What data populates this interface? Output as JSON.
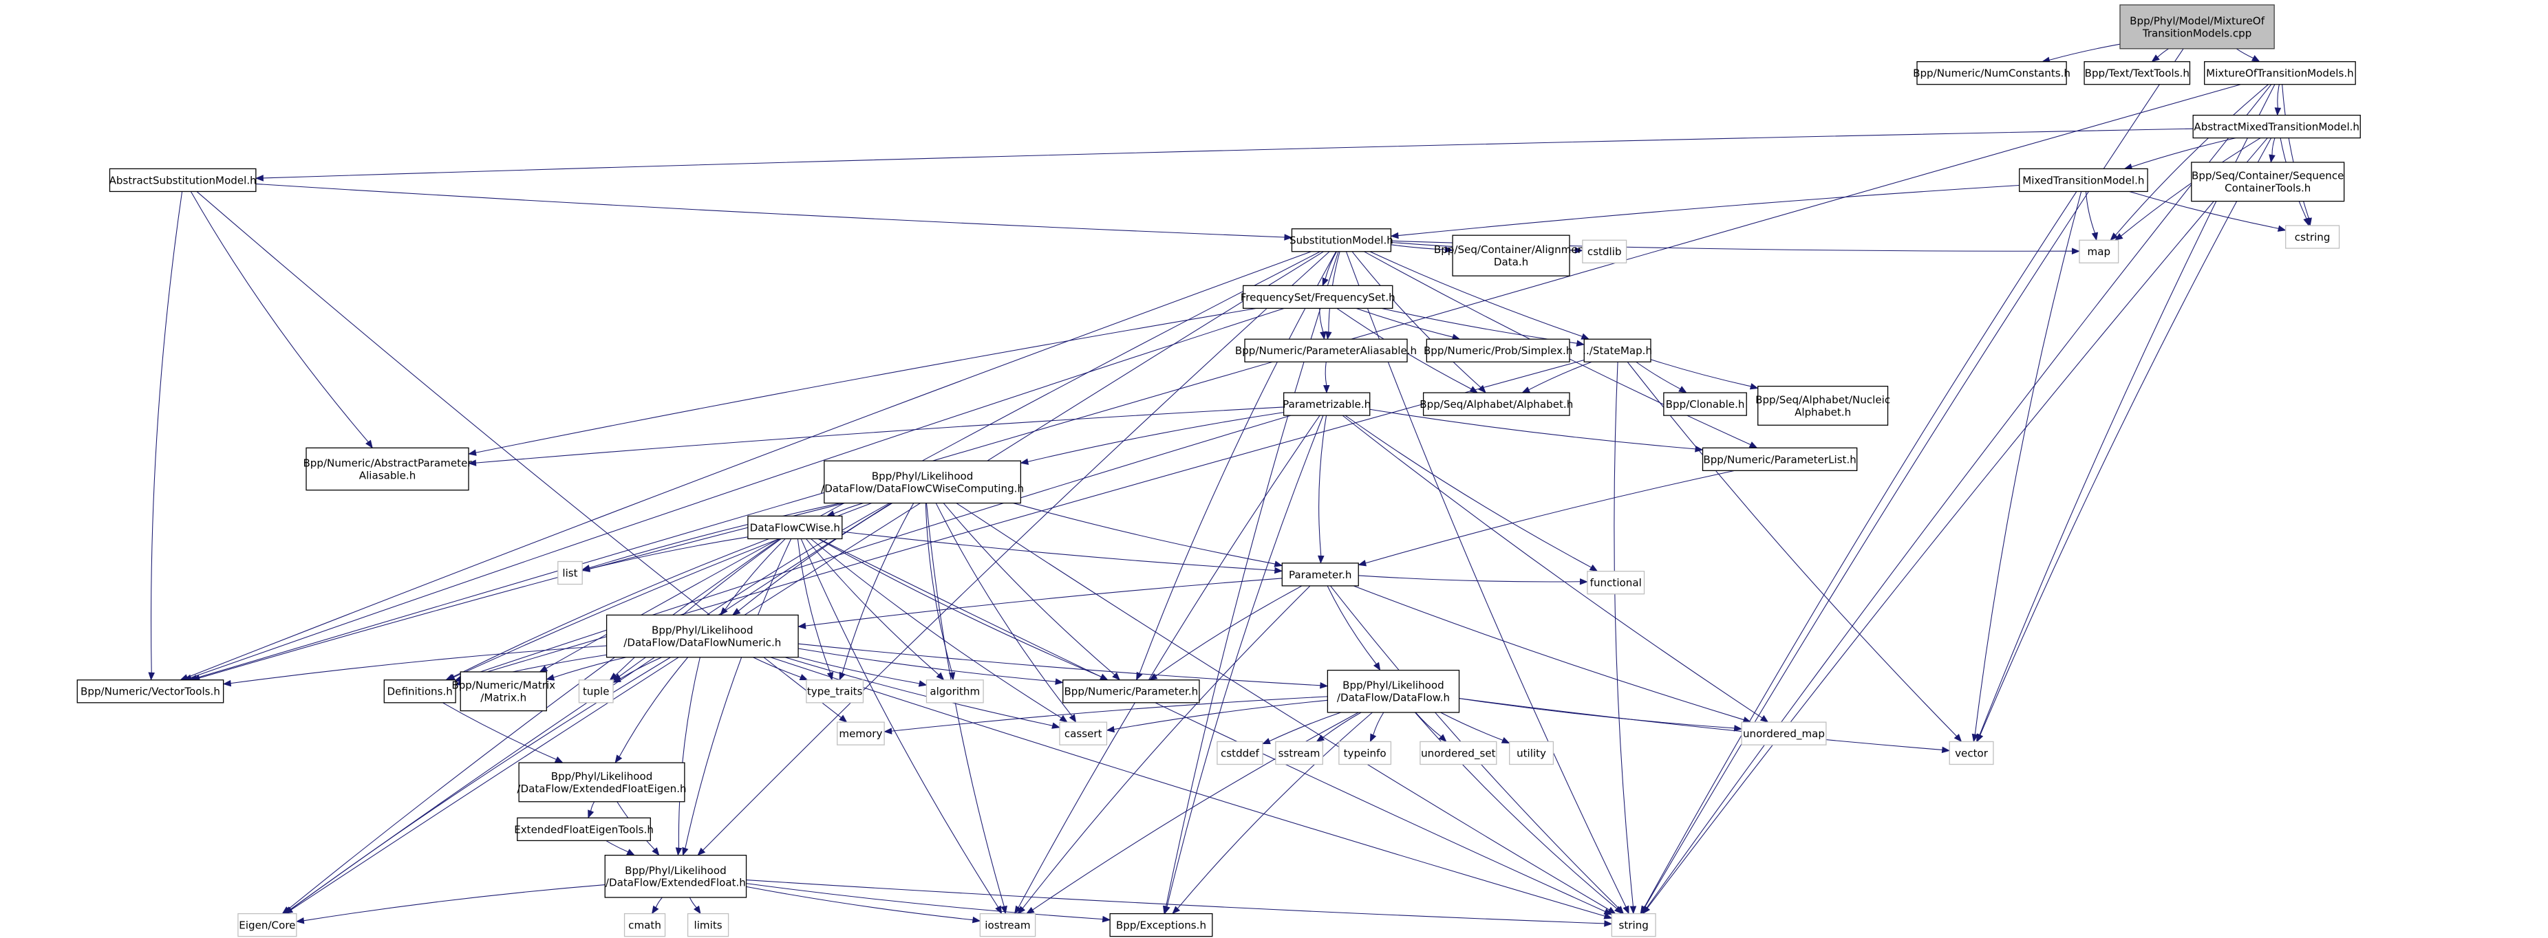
{
  "graph": {
    "title": "Bpp/Phyl/Model/MixtureOfTransitionModels.cpp include dependency graph",
    "colors": {
      "edge": "#191970",
      "root_fill": "#bfbfbf",
      "external_border": "#bfbfbf",
      "node_border": "#000000"
    },
    "nodes": [
      {
        "id": "root",
        "label": [
          "Bpp/Phyl/Model/MixtureOf",
          "TransitionModels.cpp"
        ],
        "kind": "root"
      },
      {
        "id": "numconst",
        "label": [
          "Bpp/Numeric/NumConstants.h"
        ],
        "kind": "internal"
      },
      {
        "id": "texttools",
        "label": [
          "Bpp/Text/TextTools.h"
        ],
        "kind": "internal"
      },
      {
        "id": "mixh",
        "label": [
          "MixtureOfTransitionModels.h"
        ],
        "kind": "internal"
      },
      {
        "id": "absmixed",
        "label": [
          "AbstractMixedTransitionModel.h"
        ],
        "kind": "internal"
      },
      {
        "id": "abssubst",
        "label": [
          "AbstractSubstitutionModel.h"
        ],
        "kind": "internal"
      },
      {
        "id": "mixedtm",
        "label": [
          "MixedTransitionModel.h"
        ],
        "kind": "internal"
      },
      {
        "id": "seqcont",
        "label": [
          "Bpp/Seq/Container/Sequence",
          "ContainerTools.h"
        ],
        "kind": "internal"
      },
      {
        "id": "cstring",
        "label": [
          "cstring"
        ],
        "kind": "external"
      },
      {
        "id": "subst",
        "label": [
          "SubstitutionModel.h"
        ],
        "kind": "internal"
      },
      {
        "id": "map",
        "label": [
          "map"
        ],
        "kind": "external"
      },
      {
        "id": "freqset",
        "label": [
          "FrequencySet/FrequencySet.h"
        ],
        "kind": "internal"
      },
      {
        "id": "aligndata",
        "label": [
          "Bpp/Seq/Container/Alignment",
          "Data.h"
        ],
        "kind": "internal"
      },
      {
        "id": "cstdlib",
        "label": [
          "cstdlib"
        ],
        "kind": "external"
      },
      {
        "id": "paramalias",
        "label": [
          "Bpp/Numeric/ParameterAliasable.h"
        ],
        "kind": "internal"
      },
      {
        "id": "simplex",
        "label": [
          "Bpp/Numeric/Prob/Simplex.h"
        ],
        "kind": "internal"
      },
      {
        "id": "statemap",
        "label": [
          "../StateMap.h"
        ],
        "kind": "internal"
      },
      {
        "id": "parametrizable",
        "label": [
          "Parametrizable.h"
        ],
        "kind": "internal"
      },
      {
        "id": "alphabet",
        "label": [
          "Bpp/Seq/Alphabet/Alphabet.h"
        ],
        "kind": "internal"
      },
      {
        "id": "clonable",
        "label": [
          "Bpp/Clonable.h"
        ],
        "kind": "internal"
      },
      {
        "id": "nucleic",
        "label": [
          "Bpp/Seq/Alphabet/Nucleic",
          "Alphabet.h"
        ],
        "kind": "internal"
      },
      {
        "id": "paramlist",
        "label": [
          "Bpp/Numeric/ParameterList.h"
        ],
        "kind": "internal"
      },
      {
        "id": "absparamalias",
        "label": [
          "Bpp/Numeric/AbstractParameter",
          "Aliasable.h"
        ],
        "kind": "internal"
      },
      {
        "id": "cwisecomp",
        "label": [
          "Bpp/Phyl/Likelihood",
          "/DataFlow/DataFlowCWiseComputing.h"
        ],
        "kind": "internal"
      },
      {
        "id": "cwise",
        "label": [
          "DataFlowCWise.h"
        ],
        "kind": "internal"
      },
      {
        "id": "list",
        "label": [
          "list"
        ],
        "kind": "external"
      },
      {
        "id": "parameterh",
        "label": [
          "Parameter.h"
        ],
        "kind": "internal"
      },
      {
        "id": "functional",
        "label": [
          "functional"
        ],
        "kind": "external"
      },
      {
        "id": "dfnumeric",
        "label": [
          "Bpp/Phyl/Likelihood",
          "/DataFlow/DataFlowNumeric.h"
        ],
        "kind": "internal"
      },
      {
        "id": "vectortools",
        "label": [
          "Bpp/Numeric/VectorTools.h"
        ],
        "kind": "internal"
      },
      {
        "id": "definitions",
        "label": [
          "Definitions.h"
        ],
        "kind": "internal"
      },
      {
        "id": "matrix",
        "label": [
          "Bpp/Numeric/Matrix",
          "/Matrix.h"
        ],
        "kind": "internal"
      },
      {
        "id": "tuple",
        "label": [
          "tuple"
        ],
        "kind": "external"
      },
      {
        "id": "typetraits",
        "label": [
          "type_traits"
        ],
        "kind": "external"
      },
      {
        "id": "algorithm",
        "label": [
          "algorithm"
        ],
        "kind": "external"
      },
      {
        "id": "numparam",
        "label": [
          "Bpp/Numeric/Parameter.h"
        ],
        "kind": "internal"
      },
      {
        "id": "dataflow",
        "label": [
          "Bpp/Phyl/Likelihood",
          "/DataFlow/DataFlow.h"
        ],
        "kind": "internal"
      },
      {
        "id": "memory",
        "label": [
          "memory"
        ],
        "kind": "external"
      },
      {
        "id": "cassert",
        "label": [
          "cassert"
        ],
        "kind": "external"
      },
      {
        "id": "cstddef",
        "label": [
          "cstddef"
        ],
        "kind": "external"
      },
      {
        "id": "sstream",
        "label": [
          "sstream"
        ],
        "kind": "external"
      },
      {
        "id": "typeinfo",
        "label": [
          "typeinfo"
        ],
        "kind": "external"
      },
      {
        "id": "unordset",
        "label": [
          "unordered_set"
        ],
        "kind": "external"
      },
      {
        "id": "utility",
        "label": [
          "utility"
        ],
        "kind": "external"
      },
      {
        "id": "unordmap",
        "label": [
          "unordered_map"
        ],
        "kind": "external"
      },
      {
        "id": "vector",
        "label": [
          "vector"
        ],
        "kind": "external"
      },
      {
        "id": "efeigen",
        "label": [
          "Bpp/Phyl/Likelihood",
          "/DataFlow/ExtendedFloatEigen.h"
        ],
        "kind": "internal"
      },
      {
        "id": "efeigentools",
        "label": [
          "ExtendedFloatEigenTools.h"
        ],
        "kind": "internal"
      },
      {
        "id": "extfloat",
        "label": [
          "Bpp/Phyl/Likelihood",
          "/DataFlow/ExtendedFloat.h"
        ],
        "kind": "internal"
      },
      {
        "id": "eigencore",
        "label": [
          "Eigen/Core"
        ],
        "kind": "external"
      },
      {
        "id": "cmath",
        "label": [
          "cmath"
        ],
        "kind": "external"
      },
      {
        "id": "limits",
        "label": [
          "limits"
        ],
        "kind": "external"
      },
      {
        "id": "iostream",
        "label": [
          "iostream"
        ],
        "kind": "external"
      },
      {
        "id": "exceptions",
        "label": [
          "Bpp/Exceptions.h"
        ],
        "kind": "internal"
      },
      {
        "id": "string",
        "label": [
          "string"
        ],
        "kind": "external"
      }
    ],
    "edges": [
      [
        "root",
        "numconst"
      ],
      [
        "root",
        "texttools"
      ],
      [
        "root",
        "mixh"
      ],
      [
        "root",
        "string"
      ],
      [
        "mixh",
        "absmixed"
      ],
      [
        "mixh",
        "vectortools"
      ],
      [
        "mixh",
        "map"
      ],
      [
        "mixh",
        "cstring"
      ],
      [
        "mixh",
        "vector"
      ],
      [
        "mixh",
        "string"
      ],
      [
        "absmixed",
        "abssubst"
      ],
      [
        "absmixed",
        "mixedtm"
      ],
      [
        "absmixed",
        "seqcont"
      ],
      [
        "absmixed",
        "cstring"
      ],
      [
        "absmixed",
        "map"
      ],
      [
        "absmixed",
        "vector"
      ],
      [
        "absmixed",
        "string"
      ],
      [
        "mixedtm",
        "subst"
      ],
      [
        "mixedtm",
        "cstring"
      ],
      [
        "mixedtm",
        "map"
      ],
      [
        "mixedtm",
        "vector"
      ],
      [
        "mixedtm",
        "string"
      ],
      [
        "abssubst",
        "subst"
      ],
      [
        "abssubst",
        "absparamalias"
      ],
      [
        "abssubst",
        "vectortools"
      ],
      [
        "abssubst",
        "memory"
      ],
      [
        "subst",
        "freqset"
      ],
      [
        "subst",
        "paramalias"
      ],
      [
        "subst",
        "aligndata"
      ],
      [
        "subst",
        "cstdlib"
      ],
      [
        "subst",
        "map"
      ],
      [
        "subst",
        "statemap"
      ],
      [
        "subst",
        "alphabet"
      ],
      [
        "subst",
        "paramlist"
      ],
      [
        "subst",
        "string"
      ],
      [
        "subst",
        "vectortools"
      ],
      [
        "subst",
        "eigencore"
      ],
      [
        "subst",
        "numparam"
      ],
      [
        "subst",
        "exceptions"
      ],
      [
        "subst",
        "matrix"
      ],
      [
        "subst",
        "extfloat"
      ],
      [
        "freqset",
        "paramalias"
      ],
      [
        "freqset",
        "simplex"
      ],
      [
        "freqset",
        "statemap"
      ],
      [
        "freqset",
        "alphabet"
      ],
      [
        "freqset",
        "absparamalias"
      ],
      [
        "freqset",
        "vectortools"
      ],
      [
        "paramalias",
        "parametrizable"
      ],
      [
        "statemap",
        "alphabet"
      ],
      [
        "statemap",
        "clonable"
      ],
      [
        "statemap",
        "nucleic"
      ],
      [
        "statemap",
        "vector"
      ],
      [
        "statemap",
        "string"
      ],
      [
        "statemap",
        "definitions"
      ],
      [
        "parametrizable",
        "absparamalias"
      ],
      [
        "parametrizable",
        "parameterh"
      ],
      [
        "parametrizable",
        "paramlist"
      ],
      [
        "parametrizable",
        "cwisecomp"
      ],
      [
        "parametrizable",
        "functional"
      ],
      [
        "parametrizable",
        "unordmap"
      ],
      [
        "parametrizable",
        "iostream"
      ],
      [
        "parametrizable",
        "exceptions"
      ],
      [
        "parametrizable",
        "definitions"
      ],
      [
        "paramlist",
        "parameterh"
      ],
      [
        "cwisecomp",
        "cwise"
      ],
      [
        "cwisecomp",
        "list"
      ],
      [
        "cwisecomp",
        "parameterh"
      ],
      [
        "cwisecomp",
        "dfnumeric"
      ],
      [
        "cwisecomp",
        "definitions"
      ],
      [
        "cwisecomp",
        "tuple"
      ],
      [
        "cwisecomp",
        "typetraits"
      ],
      [
        "cwisecomp",
        "algorithm"
      ],
      [
        "cwisecomp",
        "numparam"
      ],
      [
        "cwisecomp",
        "cassert"
      ],
      [
        "cwisecomp",
        "iostream"
      ],
      [
        "cwisecomp",
        "string"
      ],
      [
        "cwisecomp",
        "eigencore"
      ],
      [
        "cwisecomp",
        "vectortools"
      ],
      [
        "cwise",
        "list"
      ],
      [
        "cwise",
        "parameterh"
      ],
      [
        "cwise",
        "dfnumeric"
      ],
      [
        "cwise",
        "definitions"
      ],
      [
        "cwise",
        "tuple"
      ],
      [
        "cwise",
        "typetraits"
      ],
      [
        "cwise",
        "algorithm"
      ],
      [
        "cwise",
        "numparam"
      ],
      [
        "cwise",
        "cassert"
      ],
      [
        "cwise",
        "iostream"
      ],
      [
        "cwise",
        "eigencore"
      ],
      [
        "cwise",
        "extfloat"
      ],
      [
        "cwise",
        "string"
      ],
      [
        "parameterh",
        "dfnumeric"
      ],
      [
        "parameterh",
        "functional"
      ],
      [
        "parameterh",
        "numparam"
      ],
      [
        "parameterh",
        "dataflow"
      ],
      [
        "parameterh",
        "unordmap"
      ],
      [
        "parameterh",
        "iostream"
      ],
      [
        "parameterh",
        "string"
      ],
      [
        "dfnumeric",
        "vectortools"
      ],
      [
        "dfnumeric",
        "definitions"
      ],
      [
        "dfnumeric",
        "matrix"
      ],
      [
        "dfnumeric",
        "tuple"
      ],
      [
        "dfnumeric",
        "typetraits"
      ],
      [
        "dfnumeric",
        "algorithm"
      ],
      [
        "dfnumeric",
        "numparam"
      ],
      [
        "dfnumeric",
        "dataflow"
      ],
      [
        "dfnumeric",
        "cassert"
      ],
      [
        "dfnumeric",
        "efeigen"
      ],
      [
        "dfnumeric",
        "extfloat"
      ],
      [
        "dfnumeric",
        "eigencore"
      ],
      [
        "dfnumeric",
        "string"
      ],
      [
        "dataflow",
        "memory"
      ],
      [
        "dataflow",
        "cassert"
      ],
      [
        "dataflow",
        "cstddef"
      ],
      [
        "dataflow",
        "sstream"
      ],
      [
        "dataflow",
        "typeinfo"
      ],
      [
        "dataflow",
        "unordset"
      ],
      [
        "dataflow",
        "utility"
      ],
      [
        "dataflow",
        "unordmap"
      ],
      [
        "dataflow",
        "vector"
      ],
      [
        "dataflow",
        "string"
      ],
      [
        "dataflow",
        "exceptions"
      ],
      [
        "dataflow",
        "iostream"
      ],
      [
        "definitions",
        "efeigen"
      ],
      [
        "efeigen",
        "efeigentools"
      ],
      [
        "efeigen",
        "extfloat"
      ],
      [
        "efeigentools",
        "extfloat"
      ],
      [
        "extfloat",
        "eigencore"
      ],
      [
        "extfloat",
        "cmath"
      ],
      [
        "extfloat",
        "limits"
      ],
      [
        "extfloat",
        "iostream"
      ],
      [
        "extfloat",
        "exceptions"
      ],
      [
        "extfloat",
        "string"
      ]
    ]
  }
}
